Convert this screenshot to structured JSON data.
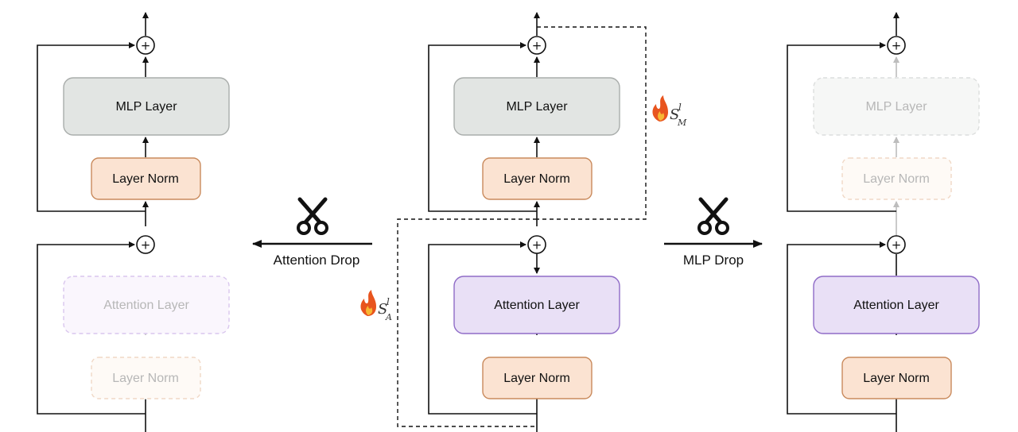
{
  "left_block": {
    "mlp_label": "MLP Layer",
    "norm_top_label": "Layer Norm",
    "attention_label": "Attention Layer",
    "norm_bottom_label": "Layer Norm",
    "plus_top": "+",
    "plus_bottom": "+"
  },
  "center_block": {
    "mlp_label": "MLP Layer",
    "norm_top_label": "Layer Norm",
    "attention_label": "Attention Layer",
    "norm_bottom_label": "Layer Norm",
    "plus_top": "+",
    "plus_bottom": "+",
    "score_m": {
      "base": "S",
      "sup": "l",
      "sub": "M"
    },
    "score_a": {
      "base": "S",
      "sup": "l",
      "sub": "A"
    }
  },
  "right_block": {
    "mlp_label": "MLP Layer",
    "norm_top_label": "Layer Norm",
    "attention_label": "Attention Layer",
    "norm_bottom_label": "Layer Norm",
    "plus_top": "+",
    "plus_bottom": "+"
  },
  "operations": {
    "attention_drop_label": "Attention Drop",
    "mlp_drop_label": "MLP Drop"
  },
  "colors": {
    "mlp_fill": "#e2e5e3",
    "mlp_stroke": "#a9adab",
    "norm_fill": "#fbe3d2",
    "norm_stroke": "#c98a5c",
    "attn_fill": "#e9e0f6",
    "attn_stroke": "#8f6cc7",
    "faded_text": "#b7b7b7",
    "flame": "#e8541e"
  }
}
